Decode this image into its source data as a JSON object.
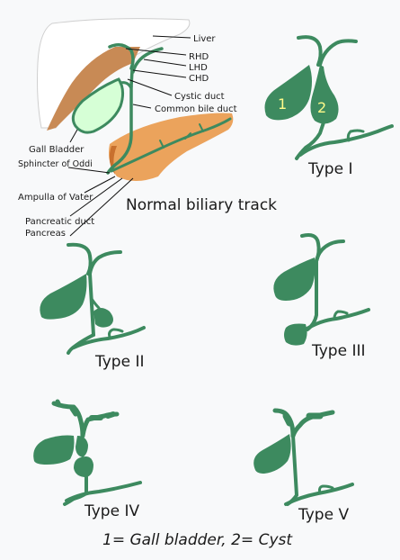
{
  "normal": {
    "labels": {
      "liver": "Liver",
      "rhd": "RHD",
      "lhd": "LHD",
      "chd": "CHD",
      "cystic_duct": "Cystic duct",
      "common_bile_duct": "Common bile duct",
      "gall_bladder": "Gall Bladder",
      "sphincter": "Sphincter of Oddi",
      "ampulla": "Ampulla of Vater",
      "pancreatic_duct": "Pancreatic duct",
      "pancreas": "Pancreas"
    },
    "title": "Normal biliary track"
  },
  "types": {
    "type1": "Type I",
    "type2": "Type II",
    "type3": "Type III",
    "type4": "Type IV",
    "type5": "Type V"
  },
  "markers": {
    "one": "1",
    "two": "2"
  },
  "caption": "1= Gall bladder, 2= Cyst",
  "colors": {
    "duct_green": "#3d8a5f",
    "liver_brown": "#c88a55",
    "pancreas_orange": "#eba35c",
    "gallbladder_light": "#d6ffd6",
    "marker_yellow": "#fffb8a"
  }
}
